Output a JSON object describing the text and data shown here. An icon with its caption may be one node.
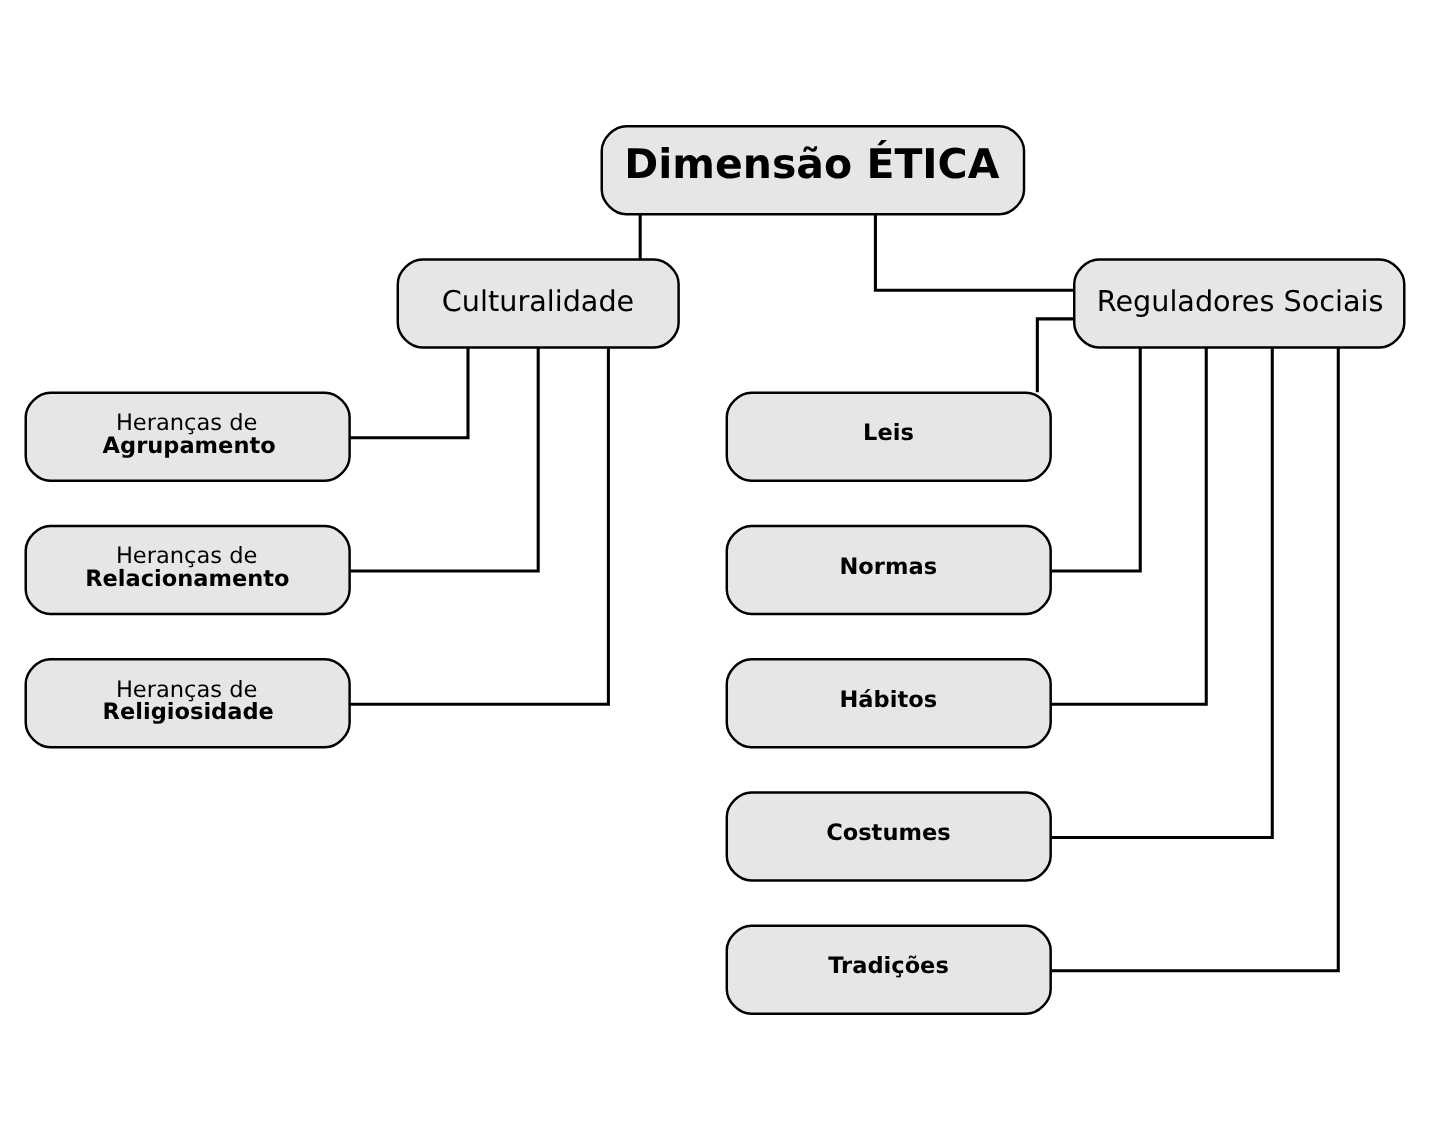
{
  "diagram": {
    "nodes": [
      {
        "text": [
          "Dimensão ÉTICA"
        ]
      },
      {
        "text": [
          "Culturalidade"
        ]
      },
      {
        "text": [
          "Reguladores Sociais"
        ]
      },
      {
        "text": [
          "Heranças de **Agrupamento**"
        ]
      },
      {
        "text": [
          "Heranças de **Relacionamento**"
        ]
      },
      {
        "text": [
          "Heranças de **Religiosidade**"
        ]
      },
      {
        "text": [
          "Leis"
        ]
      },
      {
        "text": [
          "Normas"
        ]
      },
      {
        "text": [
          "Hábitos"
        ]
      },
      {
        "text": [
          "Costumes"
        ]
      },
      {
        "text": [
          "Tradições"
        ]
      }
    ],
    "edges": [
      {
        "from": 0,
        "to": 1,
        "arrow": "none"
      },
      {
        "from": 0,
        "to": 2,
        "arrow": "none"
      },
      {
        "from": 1,
        "to": 3,
        "arrow": "none"
      },
      {
        "from": 1,
        "to": 4,
        "arrow": "none"
      },
      {
        "from": 1,
        "to": 5,
        "arrow": "none"
      },
      {
        "from": 2,
        "to": 6,
        "arrow": "none"
      },
      {
        "from": 2,
        "to": 7,
        "arrow": "none"
      },
      {
        "from": 2,
        "to": 8,
        "arrow": "none"
      },
      {
        "from": 2,
        "to": 9,
        "arrow": "none"
      },
      {
        "from": 2,
        "to": 10,
        "arrow": "none"
      }
    ]
  }
}
